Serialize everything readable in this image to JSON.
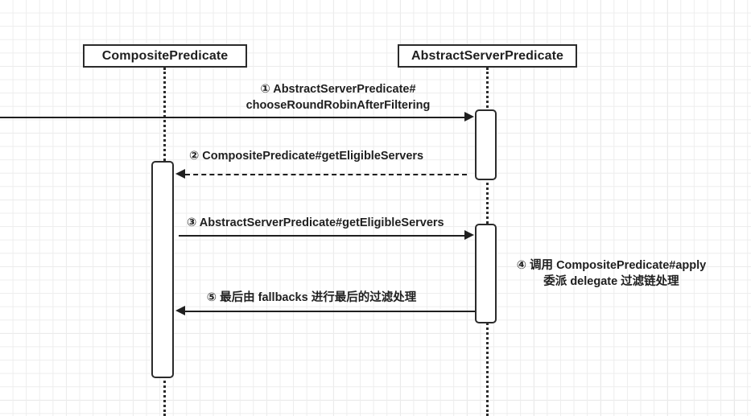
{
  "diagram": {
    "type": "sequence-diagram",
    "background": "#ffffff",
    "grid_color": "#ededed",
    "line_color": "#1f1f1f",
    "participants": [
      {
        "id": "composite-predicate",
        "label": "CompositePredicate"
      },
      {
        "id": "abstract-server-predicate",
        "label": "AbstractServerPredicate"
      }
    ],
    "messages": [
      {
        "id": "msg-1",
        "marker": "①",
        "label": "① AbstractServerPredicate#\nchooseRoundRobinAfterFiltering",
        "style": "solid",
        "direction": "right",
        "from": "external",
        "to": "abstract-server-predicate"
      },
      {
        "id": "msg-2",
        "marker": "②",
        "label": "② CompositePredicate#getEligibleServers",
        "style": "dashed",
        "direction": "left",
        "from": "abstract-server-predicate",
        "to": "composite-predicate"
      },
      {
        "id": "msg-3",
        "marker": "③",
        "label": "③ AbstractServerPredicate#getEligibleServers",
        "style": "solid",
        "direction": "right",
        "from": "composite-predicate",
        "to": "abstract-server-predicate"
      },
      {
        "id": "msg-4",
        "marker": "④",
        "label": "④ 调用 CompositePredicate#apply\n委派  delegate 过滤链处理",
        "style": "note",
        "direction": "none",
        "from": "abstract-server-predicate",
        "to": "abstract-server-predicate"
      },
      {
        "id": "msg-5",
        "marker": "⑤",
        "label": "⑤ 最后由 fallbacks 进行最后的过滤处理",
        "style": "solid",
        "direction": "left",
        "from": "abstract-server-predicate",
        "to": "composite-predicate"
      }
    ]
  }
}
